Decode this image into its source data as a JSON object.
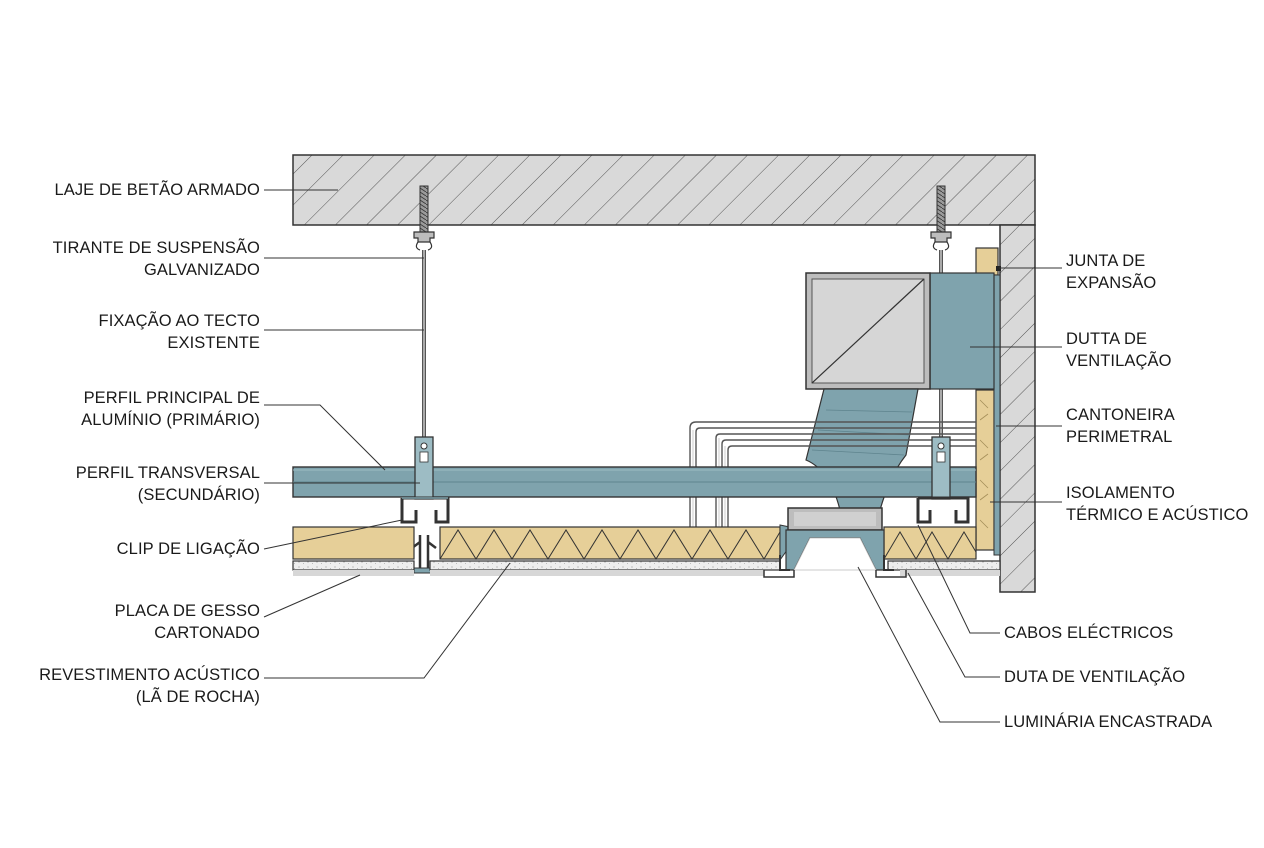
{
  "labels_left": [
    {
      "id": "laje",
      "lines": [
        "LAJE DE BETÃO ARMADO"
      ]
    },
    {
      "id": "tirante",
      "lines": [
        "TIRANTE DE SUSPENSÃO",
        "GALVANIZADO"
      ]
    },
    {
      "id": "fixacao",
      "lines": [
        "FIXAÇÃO AO TECTO",
        "EXISTENTE"
      ]
    },
    {
      "id": "perfil-principal",
      "lines": [
        "PERFIL PRINCIPAL DE",
        "ALUMÍNIO (PRIMÁRIO)"
      ]
    },
    {
      "id": "perfil-transversal",
      "lines": [
        "PERFIL TRANSVERSAL",
        "(SECUNDÁRIO)"
      ]
    },
    {
      "id": "clip",
      "lines": [
        "CLIP DE LIGAÇÃO"
      ]
    },
    {
      "id": "placa",
      "lines": [
        "PLACA DE GESSO",
        "CARTONADO"
      ]
    },
    {
      "id": "revestimento",
      "lines": [
        "REVESTIMENTO ACÚSTICO",
        "(LÃ DE ROCHA)"
      ]
    }
  ],
  "labels_right": [
    {
      "id": "junta",
      "lines": [
        "JUNTA DE",
        "EXPANSÃO"
      ]
    },
    {
      "id": "dutta",
      "lines": [
        "DUTTA DE",
        "VENTILAÇÃO"
      ]
    },
    {
      "id": "cantoneira",
      "lines": [
        "CANTONEIRA",
        "PERIMETRAL"
      ]
    },
    {
      "id": "isolamento",
      "lines": [
        "ISOLAMENTO",
        "TÉRMICO E ACÚSTICO"
      ]
    },
    {
      "id": "cabos",
      "lines": [
        "CABOS ELÉCTRICOS"
      ]
    },
    {
      "id": "duta",
      "lines": [
        "DUTA DE VENTILAÇÃO"
      ]
    },
    {
      "id": "luminaria",
      "lines": [
        "LUMINÁRIA ENCASTRADA"
      ]
    }
  ],
  "colors": {
    "line": "#3a3a3a",
    "concrete": "#d9d9d9",
    "steel_blue": "#7fa3ad",
    "steel_blue_dark": "#5f848e",
    "insulation": "#e6cf98",
    "gypsum": "#eeeeee",
    "duct": "#ababab",
    "light": "#ffffff"
  }
}
